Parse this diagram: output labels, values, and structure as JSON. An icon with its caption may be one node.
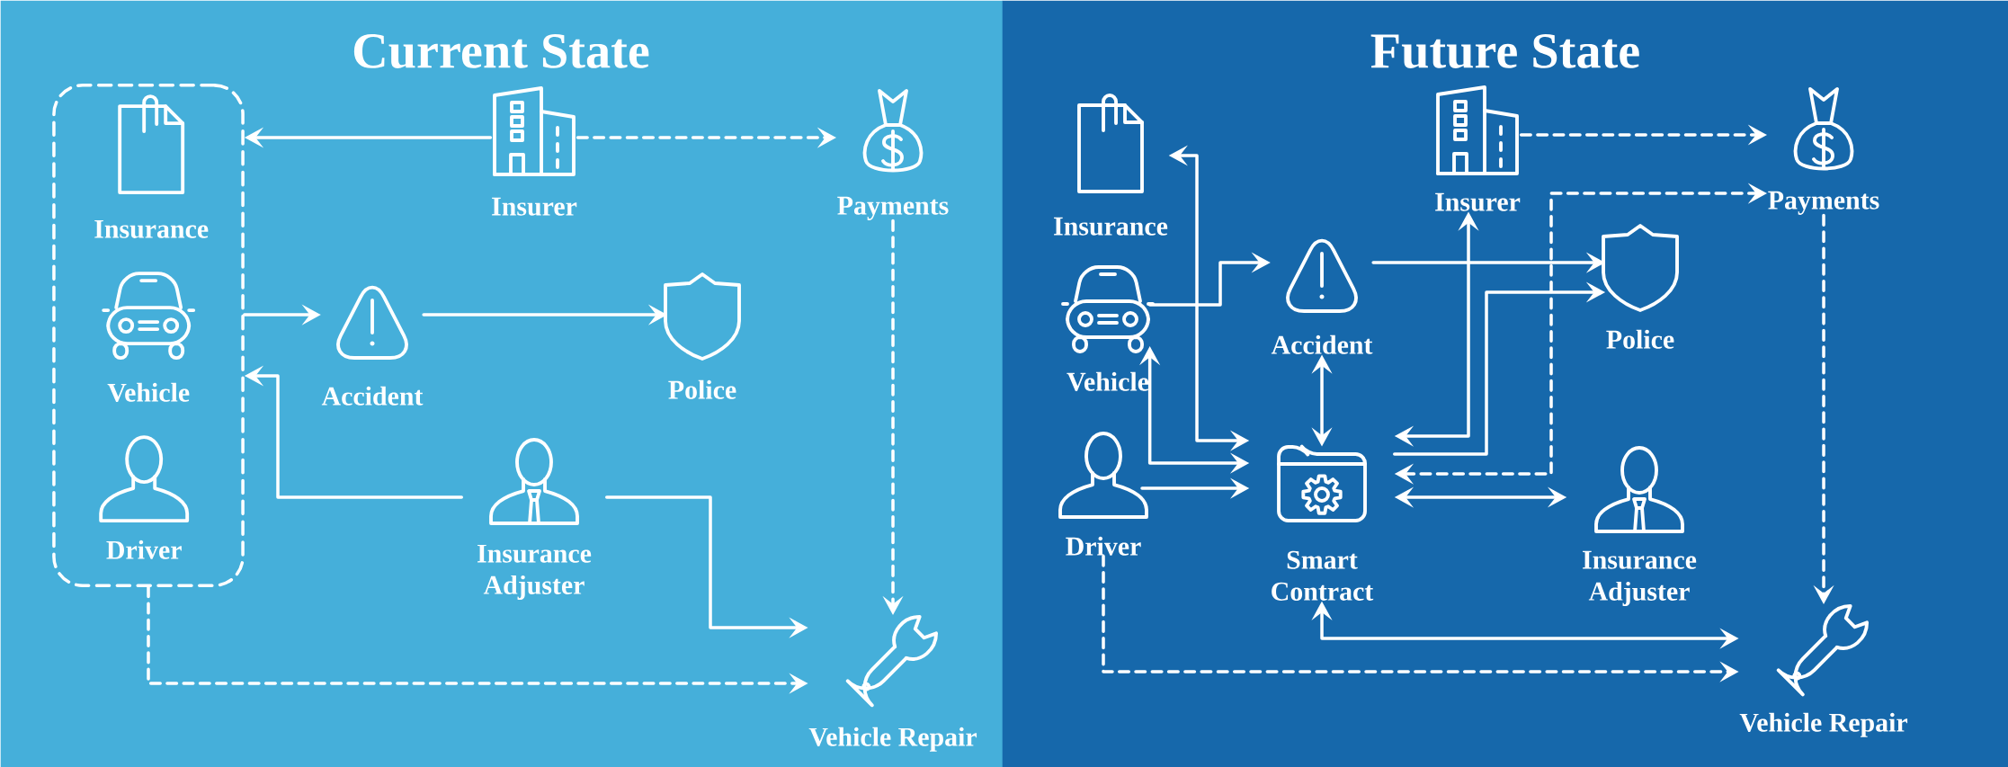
{
  "diagram": {
    "nodes": [
      {
        "text": [
          "Current State"
        ]
      },
      {
        "text": [],
        "shape": "box",
        "in": 0
      },
      {
        "text": [
          "Insurance"
        ],
        "in": 1
      },
      {
        "text": [
          "Vehicle"
        ],
        "in": 1
      },
      {
        "text": [
          "Driver"
        ],
        "in": 1
      },
      {
        "text": [
          "Insurer"
        ],
        "in": 0
      },
      {
        "text": [
          "Payments"
        ],
        "in": 0
      },
      {
        "text": [
          "Accident"
        ],
        "in": 0
      },
      {
        "text": [
          "Police"
        ],
        "in": 0
      },
      {
        "text": [
          "Insurance Adjuster"
        ],
        "in": 0
      },
      {
        "text": [
          "Vehicle Repair"
        ],
        "in": 0
      },
      {
        "text": [
          "Future State"
        ]
      },
      {
        "text": [
          "Insurance"
        ],
        "in": 11
      },
      {
        "text": [
          "Insurer"
        ],
        "in": 11
      },
      {
        "text": [
          "Payments"
        ],
        "in": 11
      },
      {
        "text": [
          "Vehicle"
        ],
        "in": 11
      },
      {
        "text": [
          "Accident"
        ],
        "in": 11
      },
      {
        "text": [
          "Police"
        ],
        "in": 11
      },
      {
        "text": [
          "Driver"
        ],
        "in": 11
      },
      {
        "text": [
          "Smart Contract"
        ],
        "in": 11
      },
      {
        "text": [
          "Insurance Adjuster"
        ],
        "in": 11
      },
      {
        "text": [
          "Vehicle Repair"
        ],
        "in": 11
      }
    ],
    "edges": [
      {
        "from": 5,
        "to": 1,
        "arrow": "to"
      },
      {
        "from": 5,
        "to": 6,
        "arrow": "to",
        "style": "dashed"
      },
      {
        "from": 1,
        "to": 7,
        "arrow": "to"
      },
      {
        "from": 7,
        "to": 8,
        "arrow": "to"
      },
      {
        "from": 9,
        "to": 1,
        "arrow": "to"
      },
      {
        "from": 9,
        "to": 10,
        "arrow": "to"
      },
      {
        "from": 6,
        "to": 10,
        "arrow": "to",
        "style": "dashed"
      },
      {
        "from": 1,
        "to": 10,
        "arrow": "to",
        "style": "dashed"
      },
      {
        "from": 13,
        "to": 14,
        "arrow": "to",
        "style": "dashed"
      },
      {
        "from": 12,
        "to": 19,
        "arrow": "both"
      },
      {
        "from": 15,
        "to": 16,
        "arrow": "to"
      },
      {
        "from": 15,
        "to": 19,
        "arrow": "both"
      },
      {
        "from": 18,
        "to": 19,
        "arrow": "to"
      },
      {
        "from": 16,
        "to": 19,
        "arrow": "both"
      },
      {
        "from": 16,
        "to": 17,
        "arrow": "to"
      },
      {
        "from": 19,
        "to": 13,
        "arrow": "both"
      },
      {
        "from": 19,
        "to": 17,
        "arrow": "to"
      },
      {
        "from": 19,
        "to": 14,
        "arrow": "both",
        "style": "dashed"
      },
      {
        "from": 19,
        "to": 20,
        "arrow": "both"
      },
      {
        "from": 14,
        "to": 21,
        "arrow": "to",
        "style": "dashed"
      },
      {
        "from": 19,
        "to": 21,
        "arrow": "both"
      },
      {
        "from": 18,
        "to": 21,
        "arrow": "to",
        "style": "dashed"
      }
    ]
  }
}
